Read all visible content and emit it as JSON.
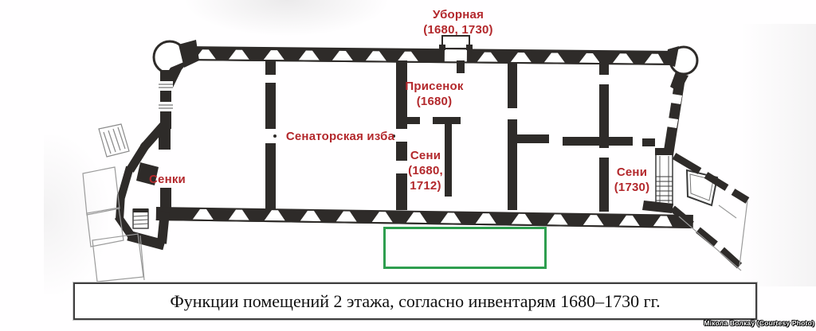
{
  "colors": {
    "label_red": "#b3282c",
    "wall_dark": "#2e2b29",
    "highlight_green": "#2e9e4f"
  },
  "plan": {
    "labels": {
      "ubornaya": {
        "name": "Уборная",
        "dates": "(1680, 1730)"
      },
      "prisenok": {
        "name": "Присенок",
        "dates": "(1680)"
      },
      "senatorskaya": {
        "name": "Сенаторская изба"
      },
      "seni_center": {
        "name": "Сени",
        "dates_line1": "(1680,",
        "dates_line2": "1712)"
      },
      "senki": {
        "name": "Сенки"
      },
      "seni_right": {
        "name": "Сени",
        "dates": "(1730)"
      }
    }
  },
  "caption": {
    "text": "Функции помещений 2 этажа, согласно инвентарям 1680–1730 гг."
  },
  "credit": {
    "text": "Мікола Волкаў (Courtesy Photo)"
  }
}
